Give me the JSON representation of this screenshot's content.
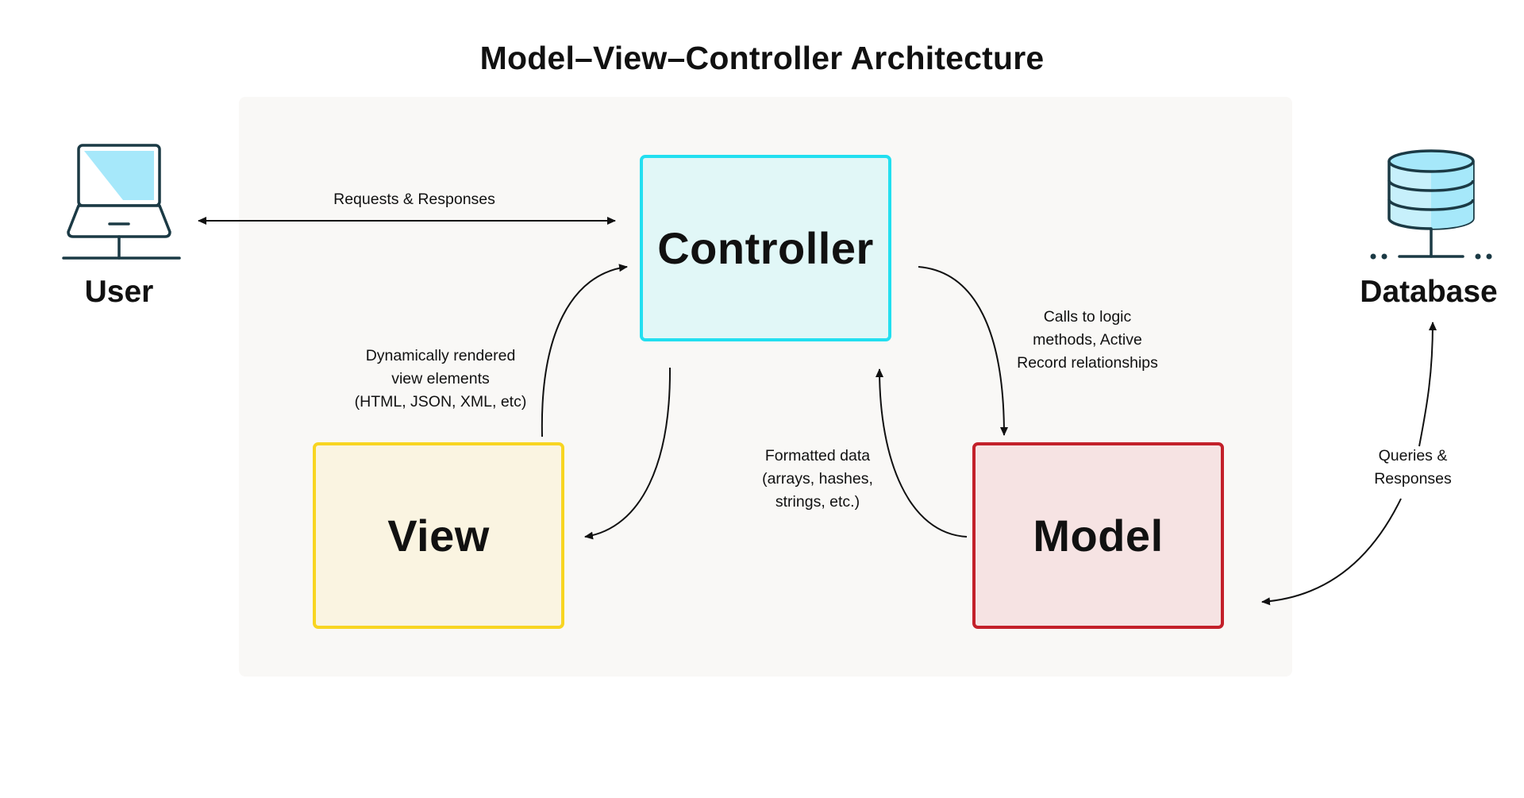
{
  "title": "Model–View–Controller Architecture",
  "boxes": {
    "controller": "Controller",
    "view": "View",
    "model": "Model"
  },
  "actors": {
    "user": "User",
    "database": "Database"
  },
  "labels": {
    "requests": "Requests & Responses",
    "dynamic": "Dynamically  rendered\nview elements\n(HTML, JSON, XML, etc)",
    "calls": "Calls to logic\nmethods, Active\nRecord relationships",
    "formatted": "Formatted data\n(arrays, hashes,\nstrings, etc.)",
    "queries": "Queries &\nResponses"
  },
  "icons": {
    "user": "laptop-icon",
    "database": "database-icon"
  },
  "colors": {
    "controller_border": "#22dff0",
    "controller_fill": "#e1f7f7",
    "view_border": "#f8d521",
    "view_fill": "#faf4e1",
    "model_border": "#c3202a",
    "model_fill": "#f6e3e3",
    "icon_fill": "#a6e8fa",
    "icon_stroke": "#1b3a45"
  }
}
